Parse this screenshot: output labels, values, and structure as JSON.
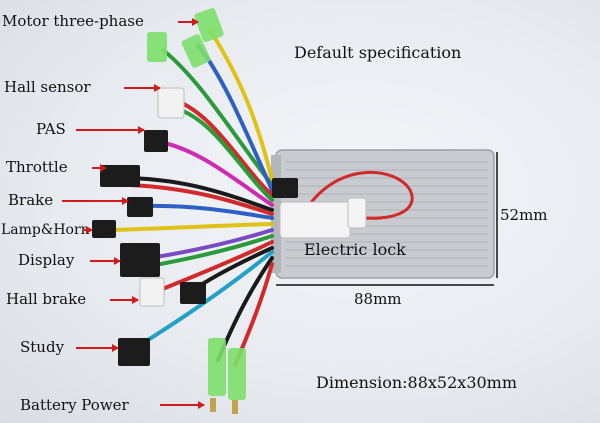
{
  "labels": {
    "motor": "Motor three-phase",
    "hall_sensor": "Hall sensor",
    "pas": "PAS",
    "throttle": "Throttle",
    "brake": "Brake",
    "lamp_horn": "Lamp&Horn",
    "display": "Display",
    "hall_brake": "Hall brake",
    "study": "Study",
    "battery": "Battery Power"
  },
  "specs": {
    "default_spec": "Default specification",
    "electric_lock": "Electric lock",
    "height_dim": "52mm",
    "width_dim": "88mm",
    "dimension": "Dimension:88x52x30mm"
  },
  "colors": {
    "arrow": "#d21a1a",
    "housing": "#c9ccd0",
    "connector_black": "#1c1c1c",
    "connector_green": "#7de06a"
  }
}
